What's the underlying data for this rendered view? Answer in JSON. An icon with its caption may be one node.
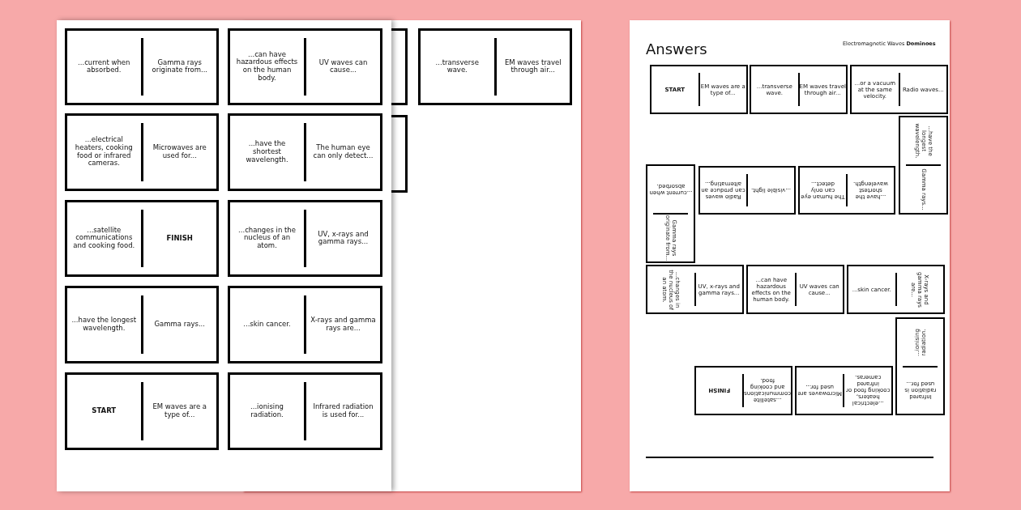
{
  "diagram": {
    "nodes": [
      {
        "text": [
          "...current when absorbed.",
          "Gamma rays originate from..."
        ]
      },
      {
        "text": [
          "...can have hazardous effects on the human body.",
          "UV waves can cause..."
        ]
      },
      {
        "text": [
          "...electrical heaters, cooking food or infrared cameras.",
          "Microwaves are used for..."
        ]
      },
      {
        "text": [
          "...have the shortest wavelength.",
          "The human eye can only detect..."
        ]
      },
      {
        "text": [
          "...satellite communications and cooking food.",
          "FINISH"
        ]
      },
      {
        "text": [
          "...changes in the nucleus of an atom.",
          "UV, x-rays and gamma rays..."
        ]
      },
      {
        "text": [
          "...have the longest wavelength.",
          "Gamma rays..."
        ]
      },
      {
        "text": [
          "...skin cancer.",
          "X-rays and gamma rays are..."
        ]
      },
      {
        "text": [
          "START",
          "EM waves are a type of..."
        ]
      },
      {
        "text": [
          "...ionising radiation.",
          "Infrared radiation is used for..."
        ]
      },
      {
        "text": [],
        "shape": "box"
      },
      {
        "text": [
          "...transverse wave.",
          "EM waves travel through air..."
        ]
      },
      {
        "text": [],
        "shape": "box"
      },
      {
        "text": [
          "START",
          "EM waves are a type of..."
        ]
      },
      {
        "text": [
          "...transverse wave.",
          "EM waves travel through air..."
        ]
      },
      {
        "text": [
          "...or a vacuum at the same velocity.",
          "Radio waves..."
        ]
      },
      {
        "text": [
          "...have the longest wavelength.",
          "Gamma rays..."
        ]
      },
      {
        "text": [
          "...current when absorbed.",
          "Gamma rays originate from..."
        ]
      },
      {
        "text": [
          "...visible light.",
          "Radio waves can produce an alternating..."
        ]
      },
      {
        "text": [
          "...have the shortest wavelength.",
          "The human eye can only detect..."
        ]
      },
      {
        "text": [
          "...changes in the nucleus of an atom.",
          "UV, x-rays and gamma rays..."
        ]
      },
      {
        "text": [
          "...can have hazardous effects on the human body.",
          "UV waves can cause..."
        ]
      },
      {
        "text": [
          "...skin cancer.",
          "X-rays and gamma rays are..."
        ]
      },
      {
        "text": [
          "...ionising radiation.",
          "Infrared radiation is used for..."
        ]
      },
      {
        "text": [
          "...satellite communications and cooking food.",
          "FINISH"
        ]
      },
      {
        "text": [
          "...electrical heaters, cooking food or infrared cameras.",
          "Microwaves are used for..."
        ]
      }
    ],
    "labels": [
      "Answers",
      "Electromagnetic Waves **Dominoes**"
    ]
  }
}
